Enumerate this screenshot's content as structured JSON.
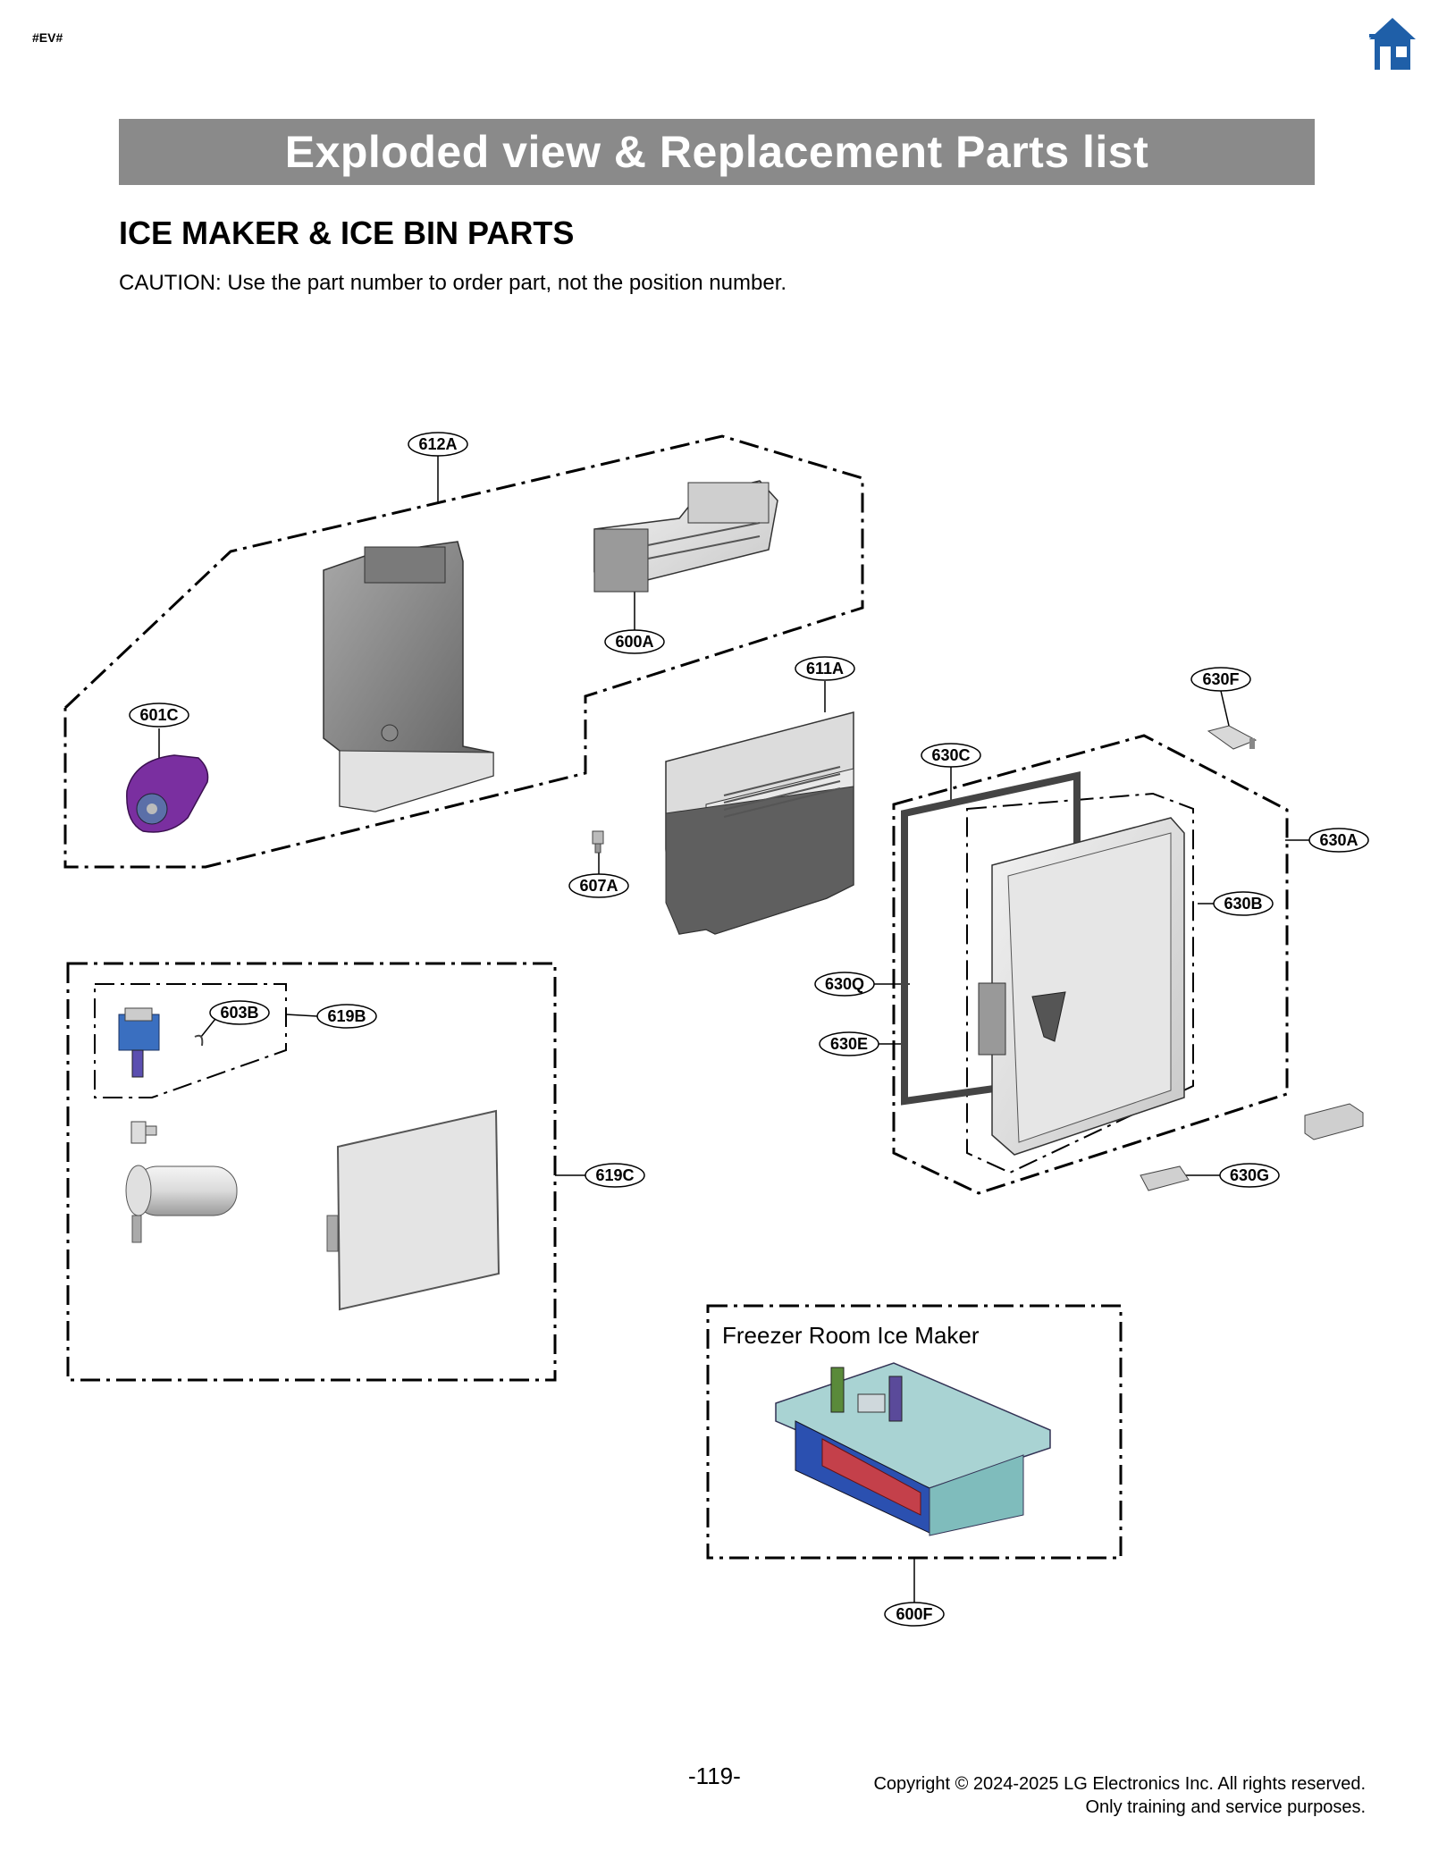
{
  "page_tag": "#EV#",
  "header": {
    "title": "Exploded view & Replacement Parts list"
  },
  "section": {
    "title": "ICE MAKER & ICE BIN PARTS",
    "caution": "CAUTION: Use the part number to order part, not the position number."
  },
  "callouts": {
    "c612A": "612A",
    "c600A": "600A",
    "c601C": "601C",
    "c611A": "611A",
    "c630F": "630F",
    "c630C": "630C",
    "c630A": "630A",
    "c607A": "607A",
    "c630B": "630B",
    "c630Q": "630Q",
    "c603B": "603B",
    "c619B": "619B",
    "c630E": "630E",
    "c619C": "619C",
    "c630G": "630G",
    "c600F": "600F"
  },
  "freezer_box": {
    "label": "Freezer Room Ice Maker"
  },
  "footer": {
    "page_number": "-119-",
    "copyright_line1": "Copyright © 2024-2025 LG Electronics Inc. All rights reserved.",
    "copyright_line2": "Only training and service purposes."
  },
  "colors": {
    "title_bar": "#8a8a8a",
    "home_icon": "#1f5fa8",
    "motor_purple": "#7a2fa0",
    "valve_blue": "#3a6fc0",
    "teal_part": "#7fbcbc",
    "red_tray": "#c4404a"
  }
}
